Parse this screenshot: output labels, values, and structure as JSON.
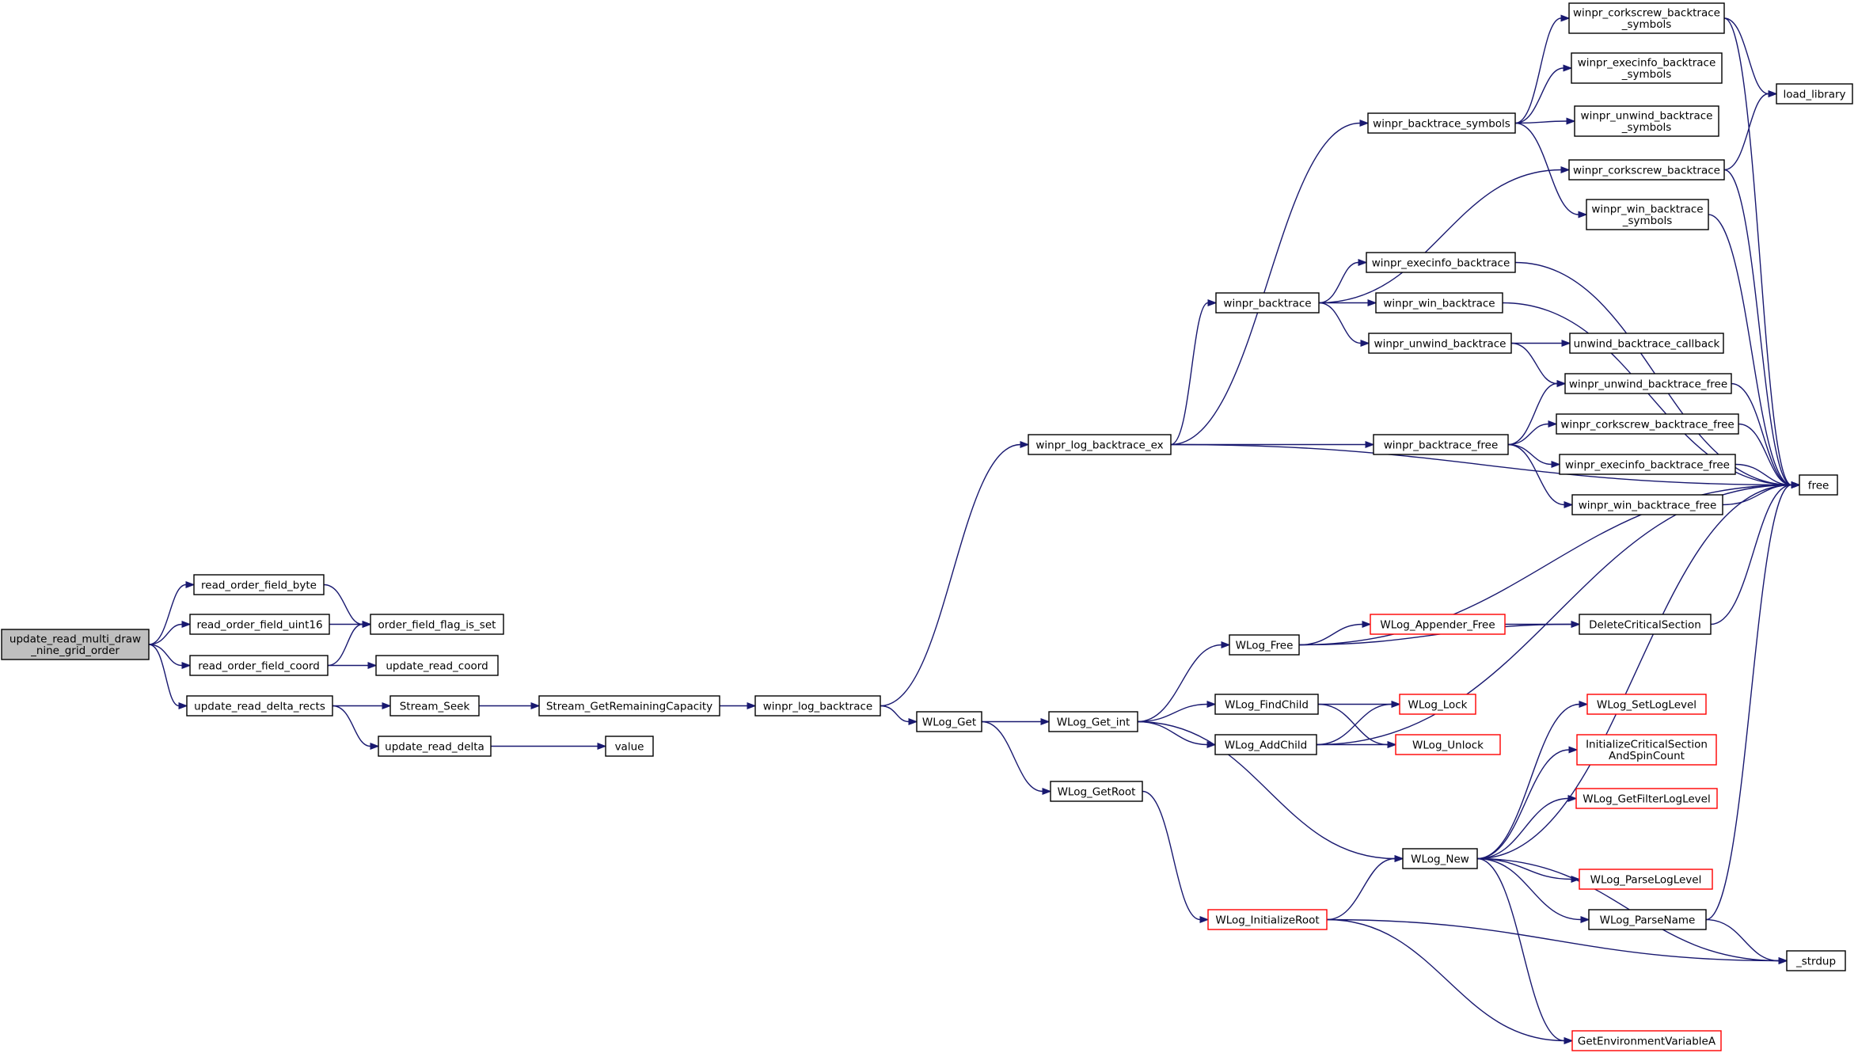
{
  "colors": {
    "edge": "#191970",
    "node_border": "#000000",
    "node_border_incomplete": "#ff0000",
    "root_fill": "#bfbfbf",
    "node_fill": "#ffffff"
  },
  "nodes": [
    {
      "id": "root",
      "lines": [
        "update_read_multi_draw",
        "_nine_grid_order"
      ],
      "root": true
    },
    {
      "id": "rofb",
      "lines": [
        "read_order_field_byte"
      ]
    },
    {
      "id": "rofu16",
      "lines": [
        "read_order_field_uint16"
      ]
    },
    {
      "id": "rofc",
      "lines": [
        "read_order_field_coord"
      ]
    },
    {
      "id": "urdr",
      "lines": [
        "update_read_delta_rects"
      ]
    },
    {
      "id": "offis",
      "lines": [
        "order_field_flag_is_set"
      ]
    },
    {
      "id": "urc",
      "lines": [
        "update_read_coord"
      ]
    },
    {
      "id": "sseek",
      "lines": [
        "Stream_Seek"
      ]
    },
    {
      "id": "urd",
      "lines": [
        "update_read_delta"
      ]
    },
    {
      "id": "value",
      "lines": [
        "value"
      ]
    },
    {
      "id": "sgrc",
      "lines": [
        "Stream_GetRemainingCapacity"
      ]
    },
    {
      "id": "wlb",
      "lines": [
        "winpr_log_backtrace"
      ]
    },
    {
      "id": "wlbex",
      "lines": [
        "winpr_log_backtrace_ex"
      ]
    },
    {
      "id": "wlget",
      "lines": [
        "WLog_Get"
      ]
    },
    {
      "id": "wlgetint",
      "lines": [
        "WLog_Get_int"
      ]
    },
    {
      "id": "wlgetroot",
      "lines": [
        "WLog_GetRoot"
      ]
    },
    {
      "id": "wbt",
      "lines": [
        "winpr_backtrace"
      ]
    },
    {
      "id": "wbtsym",
      "lines": [
        "winpr_backtrace_symbols"
      ]
    },
    {
      "id": "wbtfree",
      "lines": [
        "winpr_backtrace_free"
      ]
    },
    {
      "id": "wlfree",
      "lines": [
        "WLog_Free"
      ]
    },
    {
      "id": "wlfind",
      "lines": [
        "WLog_FindChild"
      ]
    },
    {
      "id": "wladd",
      "lines": [
        "WLog_AddChild"
      ]
    },
    {
      "id": "wlinitroot",
      "lines": [
        "WLog_InitializeRoot"
      ],
      "incomplete": true
    },
    {
      "id": "wlnew",
      "lines": [
        "WLog_New"
      ]
    },
    {
      "id": "wlappfree",
      "lines": [
        "WLog_Appender_Free"
      ],
      "incomplete": true
    },
    {
      "id": "wlock",
      "lines": [
        "WLog_Lock"
      ],
      "incomplete": true
    },
    {
      "id": "wunlock",
      "lines": [
        "WLog_Unlock"
      ],
      "incomplete": true
    },
    {
      "id": "wexecbt",
      "lines": [
        "winpr_execinfo_backtrace"
      ]
    },
    {
      "id": "wwinbt",
      "lines": [
        "winpr_win_backtrace"
      ]
    },
    {
      "id": "wunwbt",
      "lines": [
        "winpr_unwind_backtrace"
      ]
    },
    {
      "id": "wcorkbtsym",
      "lines": [
        "winpr_corkscrew_backtrace",
        "_symbols"
      ]
    },
    {
      "id": "wexecbtsym",
      "lines": [
        "winpr_execinfo_backtrace",
        "_symbols"
      ]
    },
    {
      "id": "wunwbtsym",
      "lines": [
        "winpr_unwind_backtrace",
        "_symbols"
      ]
    },
    {
      "id": "wcorkbt",
      "lines": [
        "winpr_corkscrew_backtrace"
      ]
    },
    {
      "id": "wwinbtsym",
      "lines": [
        "winpr_win_backtrace",
        "_symbols"
      ]
    },
    {
      "id": "unwcb",
      "lines": [
        "unwind_backtrace_callback"
      ]
    },
    {
      "id": "wunwbtfree",
      "lines": [
        "winpr_unwind_backtrace_free"
      ]
    },
    {
      "id": "wcorkbtfree",
      "lines": [
        "winpr_corkscrew_backtrace_free"
      ]
    },
    {
      "id": "wexecbtfree",
      "lines": [
        "winpr_execinfo_backtrace_free"
      ]
    },
    {
      "id": "wwinbtfree",
      "lines": [
        "winpr_win_backtrace_free"
      ]
    },
    {
      "id": "delcs",
      "lines": [
        "DeleteCriticalSection"
      ]
    },
    {
      "id": "setll",
      "lines": [
        "WLog_SetLogLevel"
      ],
      "incomplete": true
    },
    {
      "id": "initcs",
      "lines": [
        "InitializeCriticalSection",
        "AndSpinCount"
      ],
      "incomplete": true
    },
    {
      "id": "getfll",
      "lines": [
        "WLog_GetFilterLogLevel"
      ],
      "incomplete": true
    },
    {
      "id": "parsell",
      "lines": [
        "WLog_ParseLogLevel"
      ],
      "incomplete": true
    },
    {
      "id": "parsename",
      "lines": [
        "WLog_ParseName"
      ]
    },
    {
      "id": "getenv",
      "lines": [
        "GetEnvironmentVariableA"
      ],
      "incomplete": true
    },
    {
      "id": "loadlib",
      "lines": [
        "load_library"
      ]
    },
    {
      "id": "free",
      "lines": [
        "free"
      ]
    },
    {
      "id": "strdup",
      "lines": [
        "_strdup"
      ]
    }
  ],
  "edges": [
    [
      "root",
      "rofb"
    ],
    [
      "root",
      "rofu16"
    ],
    [
      "root",
      "rofc"
    ],
    [
      "root",
      "urdr"
    ],
    [
      "rofb",
      "offis"
    ],
    [
      "rofu16",
      "offis"
    ],
    [
      "rofc",
      "offis"
    ],
    [
      "rofc",
      "urc"
    ],
    [
      "urdr",
      "sseek"
    ],
    [
      "urdr",
      "urd"
    ],
    [
      "urd",
      "value"
    ],
    [
      "sseek",
      "sgrc"
    ],
    [
      "sgrc",
      "wlb"
    ],
    [
      "wlb",
      "wlbex"
    ],
    [
      "wlb",
      "wlget"
    ],
    [
      "wlbex",
      "wbtsym"
    ],
    [
      "wlbex",
      "wbt"
    ],
    [
      "wlbex",
      "wbtfree"
    ],
    [
      "wlbex",
      "free"
    ],
    [
      "wbtsym",
      "wcorkbtsym"
    ],
    [
      "wbtsym",
      "wexecbtsym"
    ],
    [
      "wbtsym",
      "wunwbtsym"
    ],
    [
      "wbtsym",
      "wwinbtsym"
    ],
    [
      "wcorkbtsym",
      "loadlib"
    ],
    [
      "wcorkbtsym",
      "free"
    ],
    [
      "wcorkbt",
      "loadlib"
    ],
    [
      "wcorkbt",
      "free"
    ],
    [
      "wwinbtsym",
      "free"
    ],
    [
      "wbt",
      "wcorkbt"
    ],
    [
      "wbt",
      "wexecbt"
    ],
    [
      "wbt",
      "wwinbt"
    ],
    [
      "wbt",
      "wunwbt"
    ],
    [
      "wexecbt",
      "free"
    ],
    [
      "wwinbt",
      "free"
    ],
    [
      "wunwbt",
      "unwcb"
    ],
    [
      "wunwbt",
      "wunwbtfree"
    ],
    [
      "wbtfree",
      "wunwbtfree"
    ],
    [
      "wbtfree",
      "wcorkbtfree"
    ],
    [
      "wbtfree",
      "wexecbtfree"
    ],
    [
      "wbtfree",
      "wwinbtfree"
    ],
    [
      "wunwbtfree",
      "free"
    ],
    [
      "wcorkbtfree",
      "free"
    ],
    [
      "wexecbtfree",
      "free"
    ],
    [
      "wwinbtfree",
      "free"
    ],
    [
      "wlget",
      "wlgetint"
    ],
    [
      "wlget",
      "wlgetroot"
    ],
    [
      "wlgetint",
      "wlfree"
    ],
    [
      "wlgetint",
      "wlfind"
    ],
    [
      "wlgetint",
      "wladd"
    ],
    [
      "wlgetint",
      "wlnew"
    ],
    [
      "wlfree",
      "free"
    ],
    [
      "wlfree",
      "wlappfree"
    ],
    [
      "wlfree",
      "delcs"
    ],
    [
      "wlappfree",
      "delcs"
    ],
    [
      "delcs",
      "free"
    ],
    [
      "wlfind",
      "wlock"
    ],
    [
      "wlfind",
      "wunlock"
    ],
    [
      "wladd",
      "wlock"
    ],
    [
      "wladd",
      "wunlock"
    ],
    [
      "wladd",
      "free"
    ],
    [
      "wlgetroot",
      "wlinitroot"
    ],
    [
      "wlinitroot",
      "wlnew"
    ],
    [
      "wlinitroot",
      "strdup"
    ],
    [
      "wlinitroot",
      "getenv"
    ],
    [
      "wlnew",
      "setll"
    ],
    [
      "wlnew",
      "initcs"
    ],
    [
      "wlnew",
      "getfll"
    ],
    [
      "wlnew",
      "free"
    ],
    [
      "wlnew",
      "parsell"
    ],
    [
      "wlnew",
      "parsename"
    ],
    [
      "wlnew",
      "strdup"
    ],
    [
      "wlnew",
      "getenv"
    ],
    [
      "parsename",
      "free"
    ],
    [
      "parsename",
      "strdup"
    ]
  ]
}
